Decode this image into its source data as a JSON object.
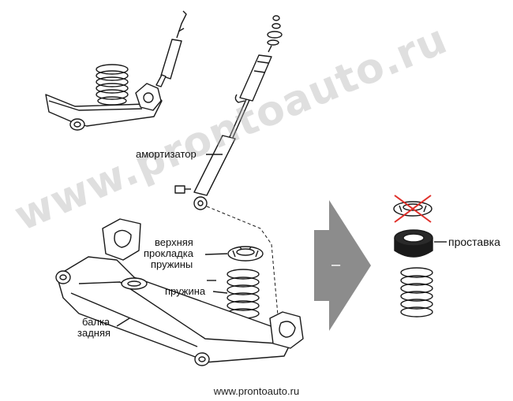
{
  "labels": {
    "shock_absorber": "амортизатор",
    "upper_pad_line1": "верхняя",
    "upper_pad_line2": "прокладка",
    "upper_pad_line3": "пружины",
    "spring": "пружина",
    "beam_line1": "балка",
    "beam_line2": "задняя",
    "spacer": "проставка"
  },
  "arrow_sign": "–",
  "watermark": "www.prontoauto.ru",
  "footer": "www.prontoauto.ru",
  "colors": {
    "arrow": "#8c8c8c",
    "cross": "#e0302a",
    "spacer": "#1a1a1a",
    "line": "#1a1a1a"
  }
}
